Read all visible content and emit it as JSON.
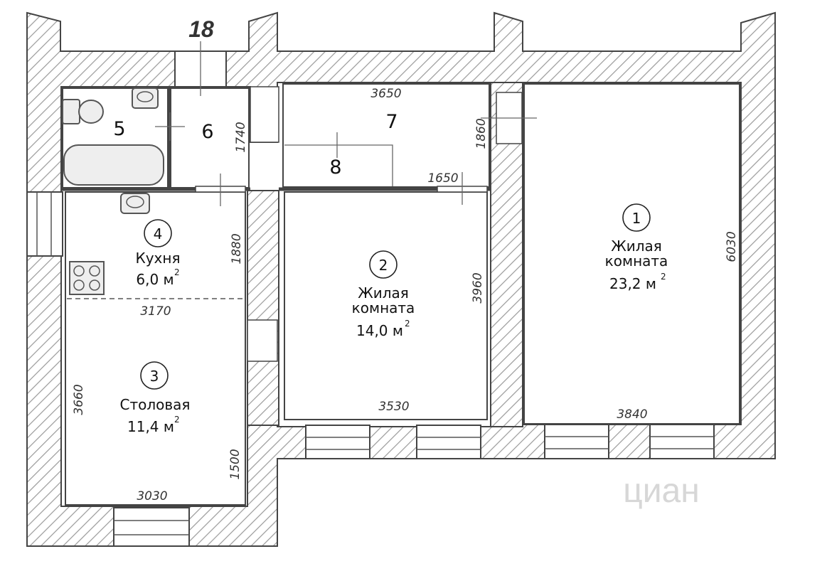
{
  "apartment_number": "18",
  "watermark": "циан",
  "rooms": [
    {
      "id": "1",
      "number": "1",
      "name_line1": "Жилая",
      "name_line2": "комната",
      "area": "23,2 м",
      "area_sup": "2"
    },
    {
      "id": "2",
      "number": "2",
      "name_line1": "Жилая",
      "name_line2": "комната",
      "area": "14,0 м",
      "area_sup": "2"
    },
    {
      "id": "3",
      "number": "3",
      "name_line1": "Столовая",
      "area": "11,4 м",
      "area_sup": "2"
    },
    {
      "id": "4",
      "number": "4",
      "name_line1": "Кухня",
      "area": "6,0 м",
      "area_sup": "2"
    },
    {
      "id": "5",
      "number": "5"
    },
    {
      "id": "6",
      "number": "6"
    },
    {
      "id": "7",
      "number": "7"
    },
    {
      "id": "8",
      "number": "8"
    }
  ],
  "dimensions": {
    "d3650": "3650",
    "d1860": "1860",
    "d1740": "1740",
    "d1650": "1650",
    "d1880": "1880",
    "d3170": "3170",
    "d3960": "3960",
    "d6030": "6030",
    "d3660": "3660",
    "d1500": "1500",
    "d3530": "3530",
    "d3840": "3840",
    "d3030": "3030"
  },
  "colors": {
    "wall_stroke": "#444444",
    "hatch": "#9a9a9a",
    "background": "#ffffff"
  }
}
